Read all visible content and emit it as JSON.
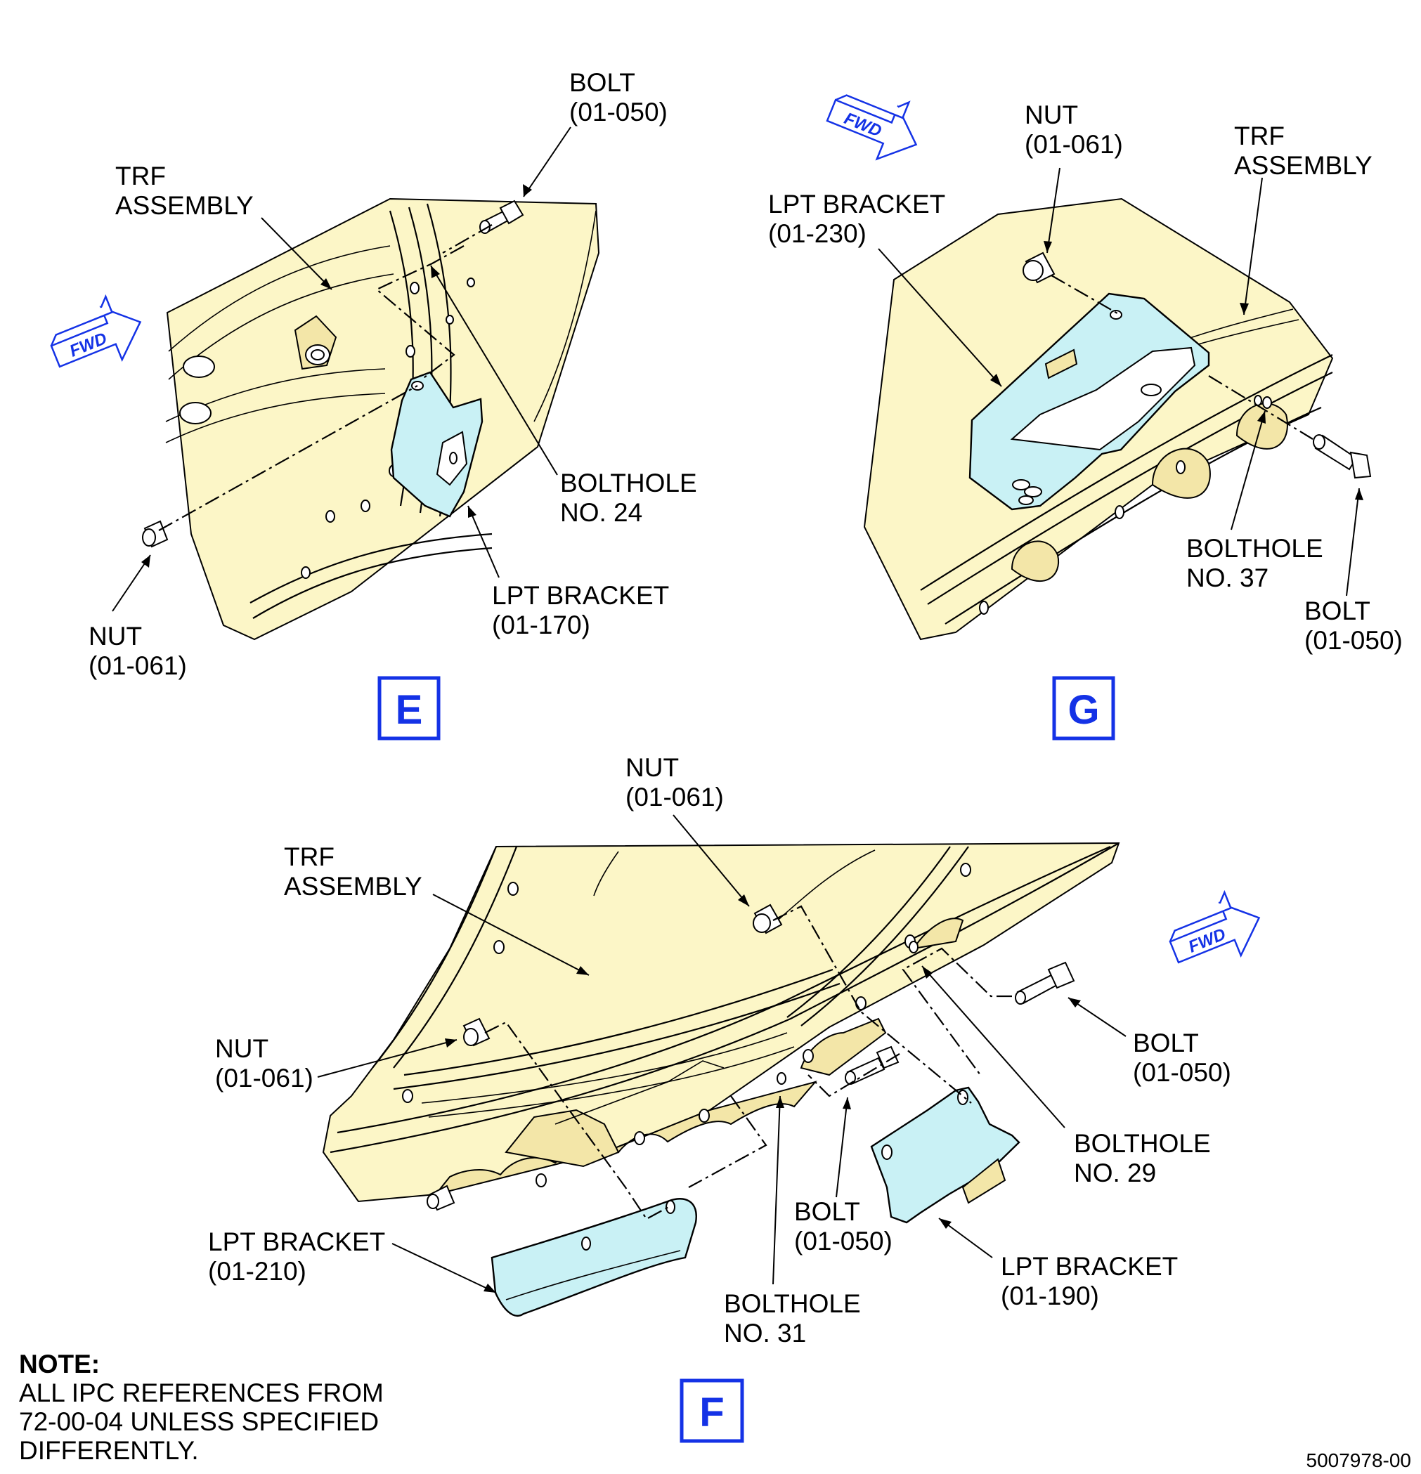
{
  "colors": {
    "background": "#ffffff",
    "trf_face": "#fcf6c7",
    "bracket": "#c9f1f5",
    "view_accent": "#1432e6",
    "line": "#000000"
  },
  "fwd_label": "FWD",
  "views": {
    "E": {
      "letter": "E",
      "bolt": [
        "BOLT",
        "(01-050)"
      ],
      "trf": [
        "TRF",
        "ASSEMBLY"
      ],
      "bolthole": [
        "BOLTHOLE",
        "NO. 24"
      ],
      "bracket": [
        "LPT BRACKET",
        "(01-170)"
      ],
      "nut": [
        "NUT",
        "(01-061)"
      ]
    },
    "G": {
      "letter": "G",
      "nut": [
        "NUT",
        "(01-061)"
      ],
      "trf": [
        "TRF",
        "ASSEMBLY"
      ],
      "bracket": [
        "LPT BRACKET",
        "(01-230)"
      ],
      "bolthole": [
        "BOLTHOLE",
        "NO. 37"
      ],
      "bolt": [
        "BOLT",
        "(01-050)"
      ]
    },
    "F": {
      "letter": "F",
      "nut_top": [
        "NUT",
        "(01-061)"
      ],
      "trf": [
        "TRF",
        "ASSEMBLY"
      ],
      "nut_left": [
        "NUT",
        "(01-061)"
      ],
      "bolt_right": [
        "BOLT",
        "(01-050)"
      ],
      "bolthole_29": [
        "BOLTHOLE",
        "NO. 29"
      ],
      "bolt_mid": [
        "BOLT",
        "(01-050)"
      ],
      "bracket_190": [
        "LPT BRACKET",
        "(01-190)"
      ],
      "bracket_210": [
        "LPT BRACKET",
        "(01-210)"
      ],
      "bolthole_31": [
        "BOLTHOLE",
        "NO. 31"
      ]
    }
  },
  "note": {
    "heading": "NOTE:",
    "lines": [
      "ALL IPC REFERENCES FROM",
      "72-00-04 UNLESS SPECIFIED",
      "DIFFERENTLY."
    ]
  },
  "figure_number": "5007978-00"
}
